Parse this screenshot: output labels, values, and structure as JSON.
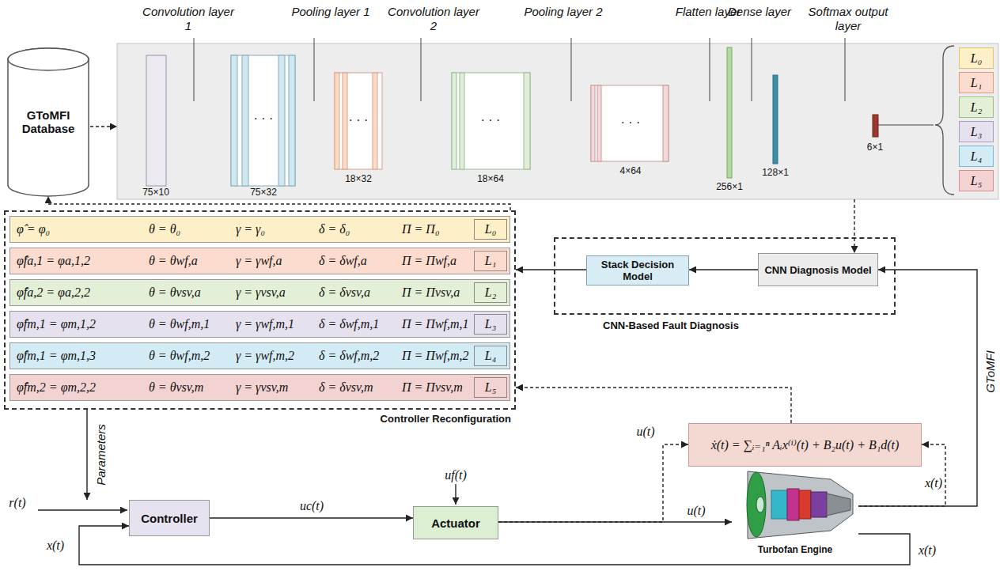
{
  "diagram": {
    "nodes": [
      {
        "text": [
          "GToMFI Database"
        ]
      },
      {
        "text": [
          "Convolution layer 1",
          "Pooling layer 1",
          "Convolution layer 2",
          "Pooling layer 2",
          "Flatten layer",
          "Dense layer",
          "Softmax output layer"
        ]
      },
      {
        "text": [
          "L₀"
        ],
        "in": 1
      },
      {
        "text": [
          "L₁"
        ],
        "in": 1
      },
      {
        "text": [
          "L₂"
        ],
        "in": 1
      },
      {
        "text": [
          "L₃"
        ],
        "in": 1
      },
      {
        "text": [
          "L₄"
        ],
        "in": 1
      },
      {
        "text": [
          "L₅"
        ],
        "in": 1
      },
      {
        "text": [
          "Controller Reconfiguration"
        ]
      },
      {
        "text": [
          "φ̂ = φ₀",
          "θ = θ₀",
          "γ = γ₀",
          "δ = δ₀",
          "Π = Π₀",
          "L₀"
        ],
        "in": 8
      },
      {
        "text": [
          "φ̂fa,1 = φa,1,2",
          "θ = θwf,a",
          "γ = γwf,a",
          "δ = δwf,a",
          "Π = Πwf,a",
          "L₁"
        ],
        "in": 8
      },
      {
        "text": [
          "φ̂fa,2 = φa,2,2",
          "θ = θvsv,a",
          "γ = γvsv,a",
          "δ = δvsv,a",
          "Π = Πvsv,a",
          "L₂"
        ],
        "in": 8
      },
      {
        "text": [
          "φ̂fm,1 = φm,1,2",
          "θ = θwf,m,1",
          "γ = γwf,m,1",
          "δ = δwf,m,1",
          "Π = Πwf,m,1",
          "L₃"
        ],
        "in": 8
      },
      {
        "text": [
          "φ̂fm,1 = φm,1,3",
          "θ = θwf,m,2",
          "γ = γwf,m,2",
          "δ = δwf,m,2",
          "Π = Πwf,m,2",
          "L₄"
        ],
        "in": 8
      },
      {
        "text": [
          "φ̂fm,2 = φm,2,2",
          "θ = θvsv,m",
          "γ = γvsv,m",
          "δ = δvsv,m",
          "Π = Πvsv,m",
          "L₅"
        ],
        "in": 8
      },
      {
        "text": [
          "CNN-Based Fault Diagnosis"
        ]
      },
      {
        "text": [
          "Stack Decision Model"
        ],
        "in": 15
      },
      {
        "text": [
          "CNN Diagnosis Model"
        ],
        "in": 15
      },
      {
        "text": [
          "ẋ(t) = ∑ᵢ₌₁ⁿ Aᵢx⁽ⁱ⁾(t) + B₂u(t) + B₁d(t)"
        ]
      },
      {
        "text": [
          "Controller"
        ]
      },
      {
        "text": [
          "Actuator"
        ]
      },
      {
        "text": [
          "Turbofan Engine"
        ]
      }
    ],
    "edges": [
      {
        "from": 0,
        "to": 1,
        "arrow": "to"
      },
      {
        "from": 1,
        "to": 17,
        "arrow": "to"
      },
      {
        "from": 8,
        "to": 0,
        "arrow": "to"
      },
      {
        "from": 17,
        "to": 16,
        "arrow": "to"
      },
      {
        "from": 16,
        "to": 8,
        "arrow": "to"
      },
      {
        "from": 21,
        "to": 17,
        "label": "GToMFI",
        "arrow": "to"
      },
      {
        "from": 18,
        "to": 8,
        "arrow": "to"
      },
      {
        "from": 8,
        "to": 19,
        "label": "Parameters",
        "arrow": "to"
      },
      {
        "from": 19,
        "to": 20,
        "label": "uc(t)",
        "arrow": "to"
      },
      {
        "from": 20,
        "to": 21,
        "label": "u(t)",
        "arrow": "to"
      },
      {
        "from": 20,
        "to": 18,
        "label": "u(t)",
        "arrow": "to"
      },
      {
        "from": 21,
        "to": 18,
        "label": "x(t)",
        "arrow": "to"
      },
      {
        "from": 21,
        "to": 19,
        "arrow": "to"
      }
    ],
    "labels": [
      "75×10",
      "75×32",
      "18×32",
      "18×64",
      "4×64",
      "256×1",
      "128×1",
      "6×1",
      "· · ·",
      "· · ·",
      "· · ·",
      "· · ·",
      "r(t)",
      "uf(t)",
      "x(t)",
      "x(t)"
    ]
  }
}
